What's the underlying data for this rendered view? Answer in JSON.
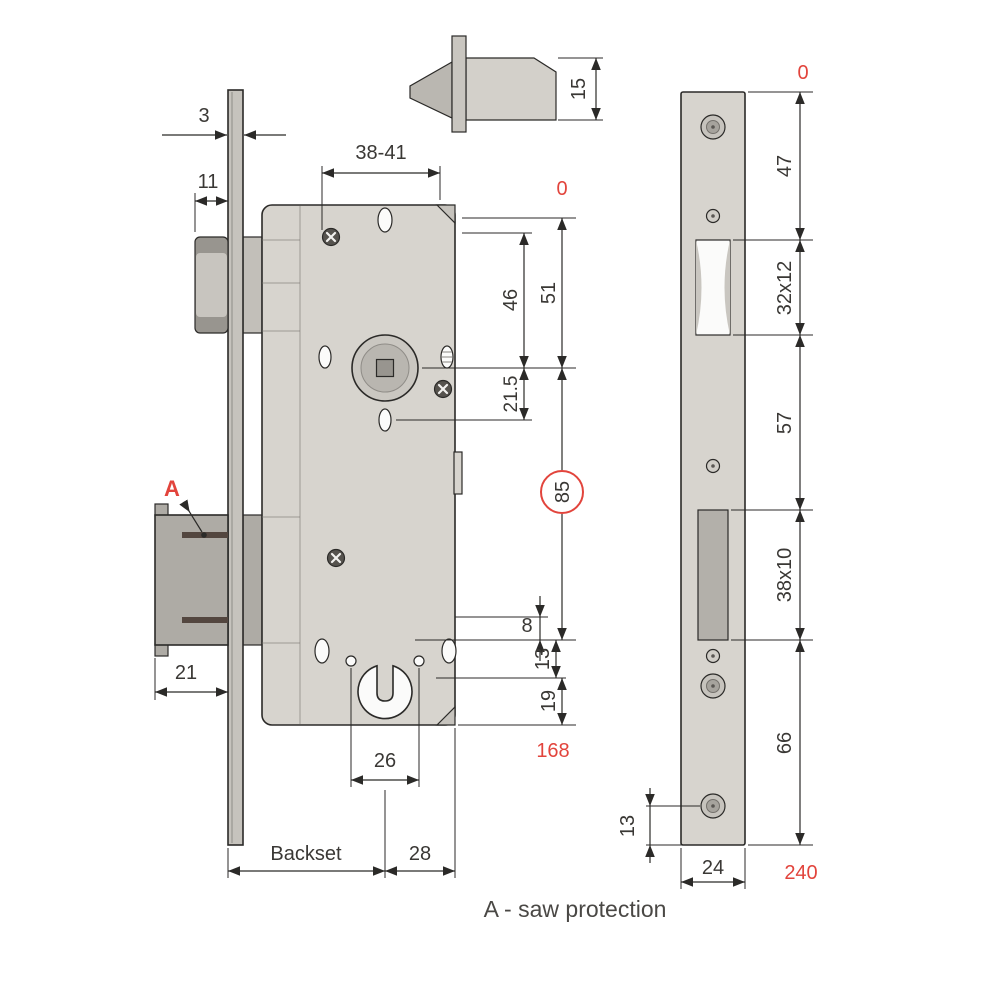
{
  "caption": "A - saw protection",
  "colors": {
    "accent_red": "#e2443c",
    "outline": "#2b2a28",
    "metal_light": "#d7d4ce",
    "metal_mid": "#c2bfb9",
    "metal_dark": "#aeaba5",
    "pin_dark": "#53463f"
  },
  "left_view": {
    "plate_thickness": "3",
    "latch_protrusion": "11",
    "hub_range": "38-41",
    "ref_zero": "0",
    "dim_46": "46",
    "dim_51": "51",
    "dim_21_5": "21.5",
    "dim_85": "85",
    "dim_8": "8",
    "dim_13": "13",
    "dim_19": "19",
    "dim_168": "168",
    "bolt_throw": "21",
    "dim_26": "26",
    "backset_label": "Backset",
    "dim_28": "28",
    "pointer_a": "A"
  },
  "latch_detail": {
    "dim_15": "15"
  },
  "front_view": {
    "ref_zero": "0",
    "dim_47": "47",
    "dim_32x12": "32x12",
    "dim_57": "57",
    "dim_38x10": "38x10",
    "dim_66": "66",
    "dim_13": "13",
    "dim_24": "24",
    "dim_240": "240"
  }
}
